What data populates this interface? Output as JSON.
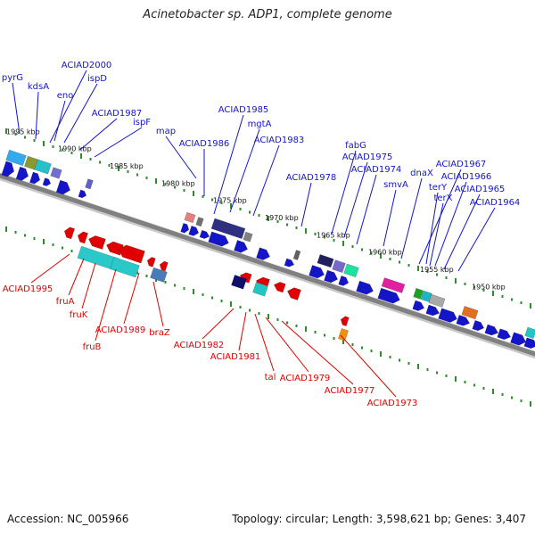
{
  "header": {
    "title": "Acinetobacter sp. ADP1, complete genome"
  },
  "footer": {
    "accession": "Accession: NC_005966",
    "topology": "Topology: circular; Length: 3,598,621 bp; Genes: 3,407"
  },
  "colors": {
    "forward": "#1414c8",
    "reverse": "#e00000",
    "backbone": "#808080",
    "tick": "#2e8b2e"
  },
  "scale_labels": [
    "1995 kbp",
    "1990 kbp",
    "1985 kbp",
    "1980 kbp",
    "1975 kbp",
    "1970 kbp",
    "1965 kbp",
    "1960 kbp",
    "1955 kbp",
    "1950 kbp"
  ],
  "forward_genes": [
    "pyrG",
    "kdsA",
    "ACIAD2000",
    "eno",
    "ispD",
    "ACIAD1987",
    "ispF",
    "map",
    "ACIAD1986",
    "ACIAD1985",
    "mgtA",
    "ACIAD1983",
    "ACIAD1978",
    "fabG",
    "ACIAD1975",
    "ACIAD1974",
    "smvA",
    "dnaX",
    "ACIAD1967",
    "terY",
    "ACIAD1966",
    "terX",
    "ACIAD1965",
    "ACIAD1964"
  ],
  "reverse_genes": [
    "ACIAD1995",
    "fruA",
    "fruK",
    "fruB",
    "ACIAD1989",
    "braZ",
    "ACIAD1982",
    "ACIAD1981",
    "tal",
    "ACIAD1979",
    "ACIAD1977",
    "ACIAD1973"
  ]
}
